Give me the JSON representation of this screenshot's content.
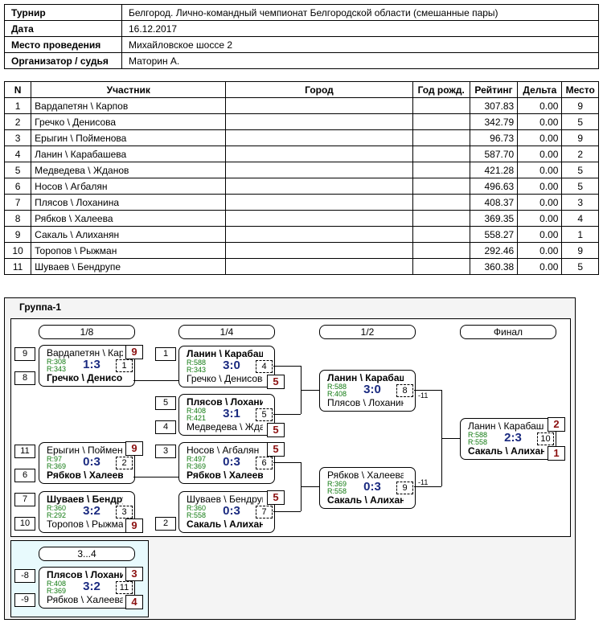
{
  "info": [
    {
      "key": "Турнир",
      "value": "Белгород. Лично-командный чемпионат Белгородской области (смешанные пары)"
    },
    {
      "key": "Дата",
      "value": "16.12.2017"
    },
    {
      "key": "Место проведения",
      "value": "Михайловское шоссе 2"
    },
    {
      "key": "Организатор / судья",
      "value": "Маторин А."
    }
  ],
  "players_header": {
    "n": "N",
    "name": "Участник",
    "city": "Город",
    "year": "Год рожд.",
    "rating": "Рейтинг",
    "delta": "Дельта",
    "place": "Место"
  },
  "players": [
    {
      "n": "1",
      "name": "Вардапетян \\ Карпов",
      "rating": "307.83",
      "delta": "0.00",
      "place": "9"
    },
    {
      "n": "2",
      "name": "Гречко \\ Денисова",
      "rating": "342.79",
      "delta": "0.00",
      "place": "5"
    },
    {
      "n": "3",
      "name": "Ерыгин \\ Пойменова",
      "rating": "96.73",
      "delta": "0.00",
      "place": "9"
    },
    {
      "n": "4",
      "name": "Ланин \\ Карабашева",
      "rating": "587.70",
      "delta": "0.00",
      "place": "2"
    },
    {
      "n": "5",
      "name": "Медведева \\ Жданов",
      "rating": "421.28",
      "delta": "0.00",
      "place": "5"
    },
    {
      "n": "6",
      "name": "Носов \\ Агбалян",
      "rating": "496.63",
      "delta": "0.00",
      "place": "5"
    },
    {
      "n": "7",
      "name": "Плясов \\ Лоханина",
      "rating": "408.37",
      "delta": "0.00",
      "place": "3"
    },
    {
      "n": "8",
      "name": "Рябков \\ Халеева",
      "rating": "369.35",
      "delta": "0.00",
      "place": "4"
    },
    {
      "n": "9",
      "name": "Сакаль \\ Алиханян",
      "rating": "558.27",
      "delta": "0.00",
      "place": "1"
    },
    {
      "n": "10",
      "name": "Торопов \\ Рыжман",
      "rating": "292.46",
      "delta": "0.00",
      "place": "9"
    },
    {
      "n": "11",
      "name": "Шуваев \\ Бендрупе",
      "rating": "360.38",
      "delta": "0.00",
      "place": "5"
    }
  ],
  "group": {
    "title": "Группа-1"
  },
  "rounds": [
    {
      "label": "1/8"
    },
    {
      "label": "1/4"
    },
    {
      "label": "1/2"
    },
    {
      "label": "Финал"
    },
    {
      "label": "3...4"
    }
  ],
  "matches": [
    {
      "top": "Вардапетян \\ Карпов",
      "bot": "Гречко \\ Денисова",
      "r1": "R:308",
      "r2": "R:343",
      "score": "1:3",
      "id": "1",
      "winner": "bot"
    },
    {
      "top": "Ерыгин \\ Пойменова",
      "bot": "Рябков \\ Халеева",
      "r1": "R:97",
      "r2": "R:369",
      "score": "0:3",
      "id": "2",
      "winner": "bot"
    },
    {
      "top": "Шуваев \\ Бендрупе",
      "bot": "Торопов \\ Рыжман",
      "r1": "R:360",
      "r2": "R:292",
      "score": "3:2",
      "id": "3",
      "winner": "top"
    },
    {
      "top": "Ланин \\ Карабашева",
      "bot": "Гречко \\ Денисова",
      "r1": "R:588",
      "r2": "R:343",
      "score": "3:0",
      "id": "4",
      "winner": "top"
    },
    {
      "top": "Плясов \\ Лоханина",
      "bot": "Медведева \\ Жданов",
      "r1": "R:408",
      "r2": "R:421",
      "score": "3:1",
      "id": "5",
      "winner": "top"
    },
    {
      "top": "Носов \\ Агбалян",
      "bot": "Рябков \\ Халеева",
      "r1": "R:497",
      "r2": "R:369",
      "score": "0:3",
      "id": "6",
      "winner": "bot"
    },
    {
      "top": "Шуваев \\ Бендрупе",
      "bot": "Сакаль \\ Алиханян",
      "r1": "R:360",
      "r2": "R:558",
      "score": "0:3",
      "id": "7",
      "winner": "bot"
    },
    {
      "top": "Ланин \\ Карабашева",
      "bot": "Плясов \\ Лоханина",
      "r1": "R:588",
      "r2": "R:408",
      "score": "3:0",
      "id": "8",
      "winner": "top"
    },
    {
      "top": "Рябков \\ Халеева",
      "bot": "Сакаль \\ Алиханян",
      "r1": "R:369",
      "r2": "R:558",
      "score": "0:3",
      "id": "9",
      "winner": "bot"
    },
    {
      "top": "Ланин \\ Карабашева",
      "bot": "Сакаль \\ Алиханян",
      "r1": "R:588",
      "r2": "R:558",
      "score": "2:3",
      "id": "10",
      "winner": "bot"
    },
    {
      "top": "Плясов \\ Лоханина",
      "bot": "Рябков \\ Халеева",
      "r1": "R:408",
      "r2": "R:369",
      "score": "3:2",
      "id": "11",
      "winner": "top"
    }
  ],
  "seeds": [
    "9",
    "8",
    "11",
    "6",
    "7",
    "10",
    "1",
    "5",
    "4",
    "3",
    "2",
    "-8",
    "-9"
  ],
  "places": [
    "9",
    "5",
    "9",
    "5",
    "5",
    "5",
    "2",
    "1",
    "3",
    "4"
  ],
  "loser_refs": [
    "-11",
    "-11"
  ],
  "colors": {
    "score": "#1a2a80",
    "rating": "#107a10",
    "place": "#8b1010",
    "consolation_bg": "#e8fafd"
  }
}
